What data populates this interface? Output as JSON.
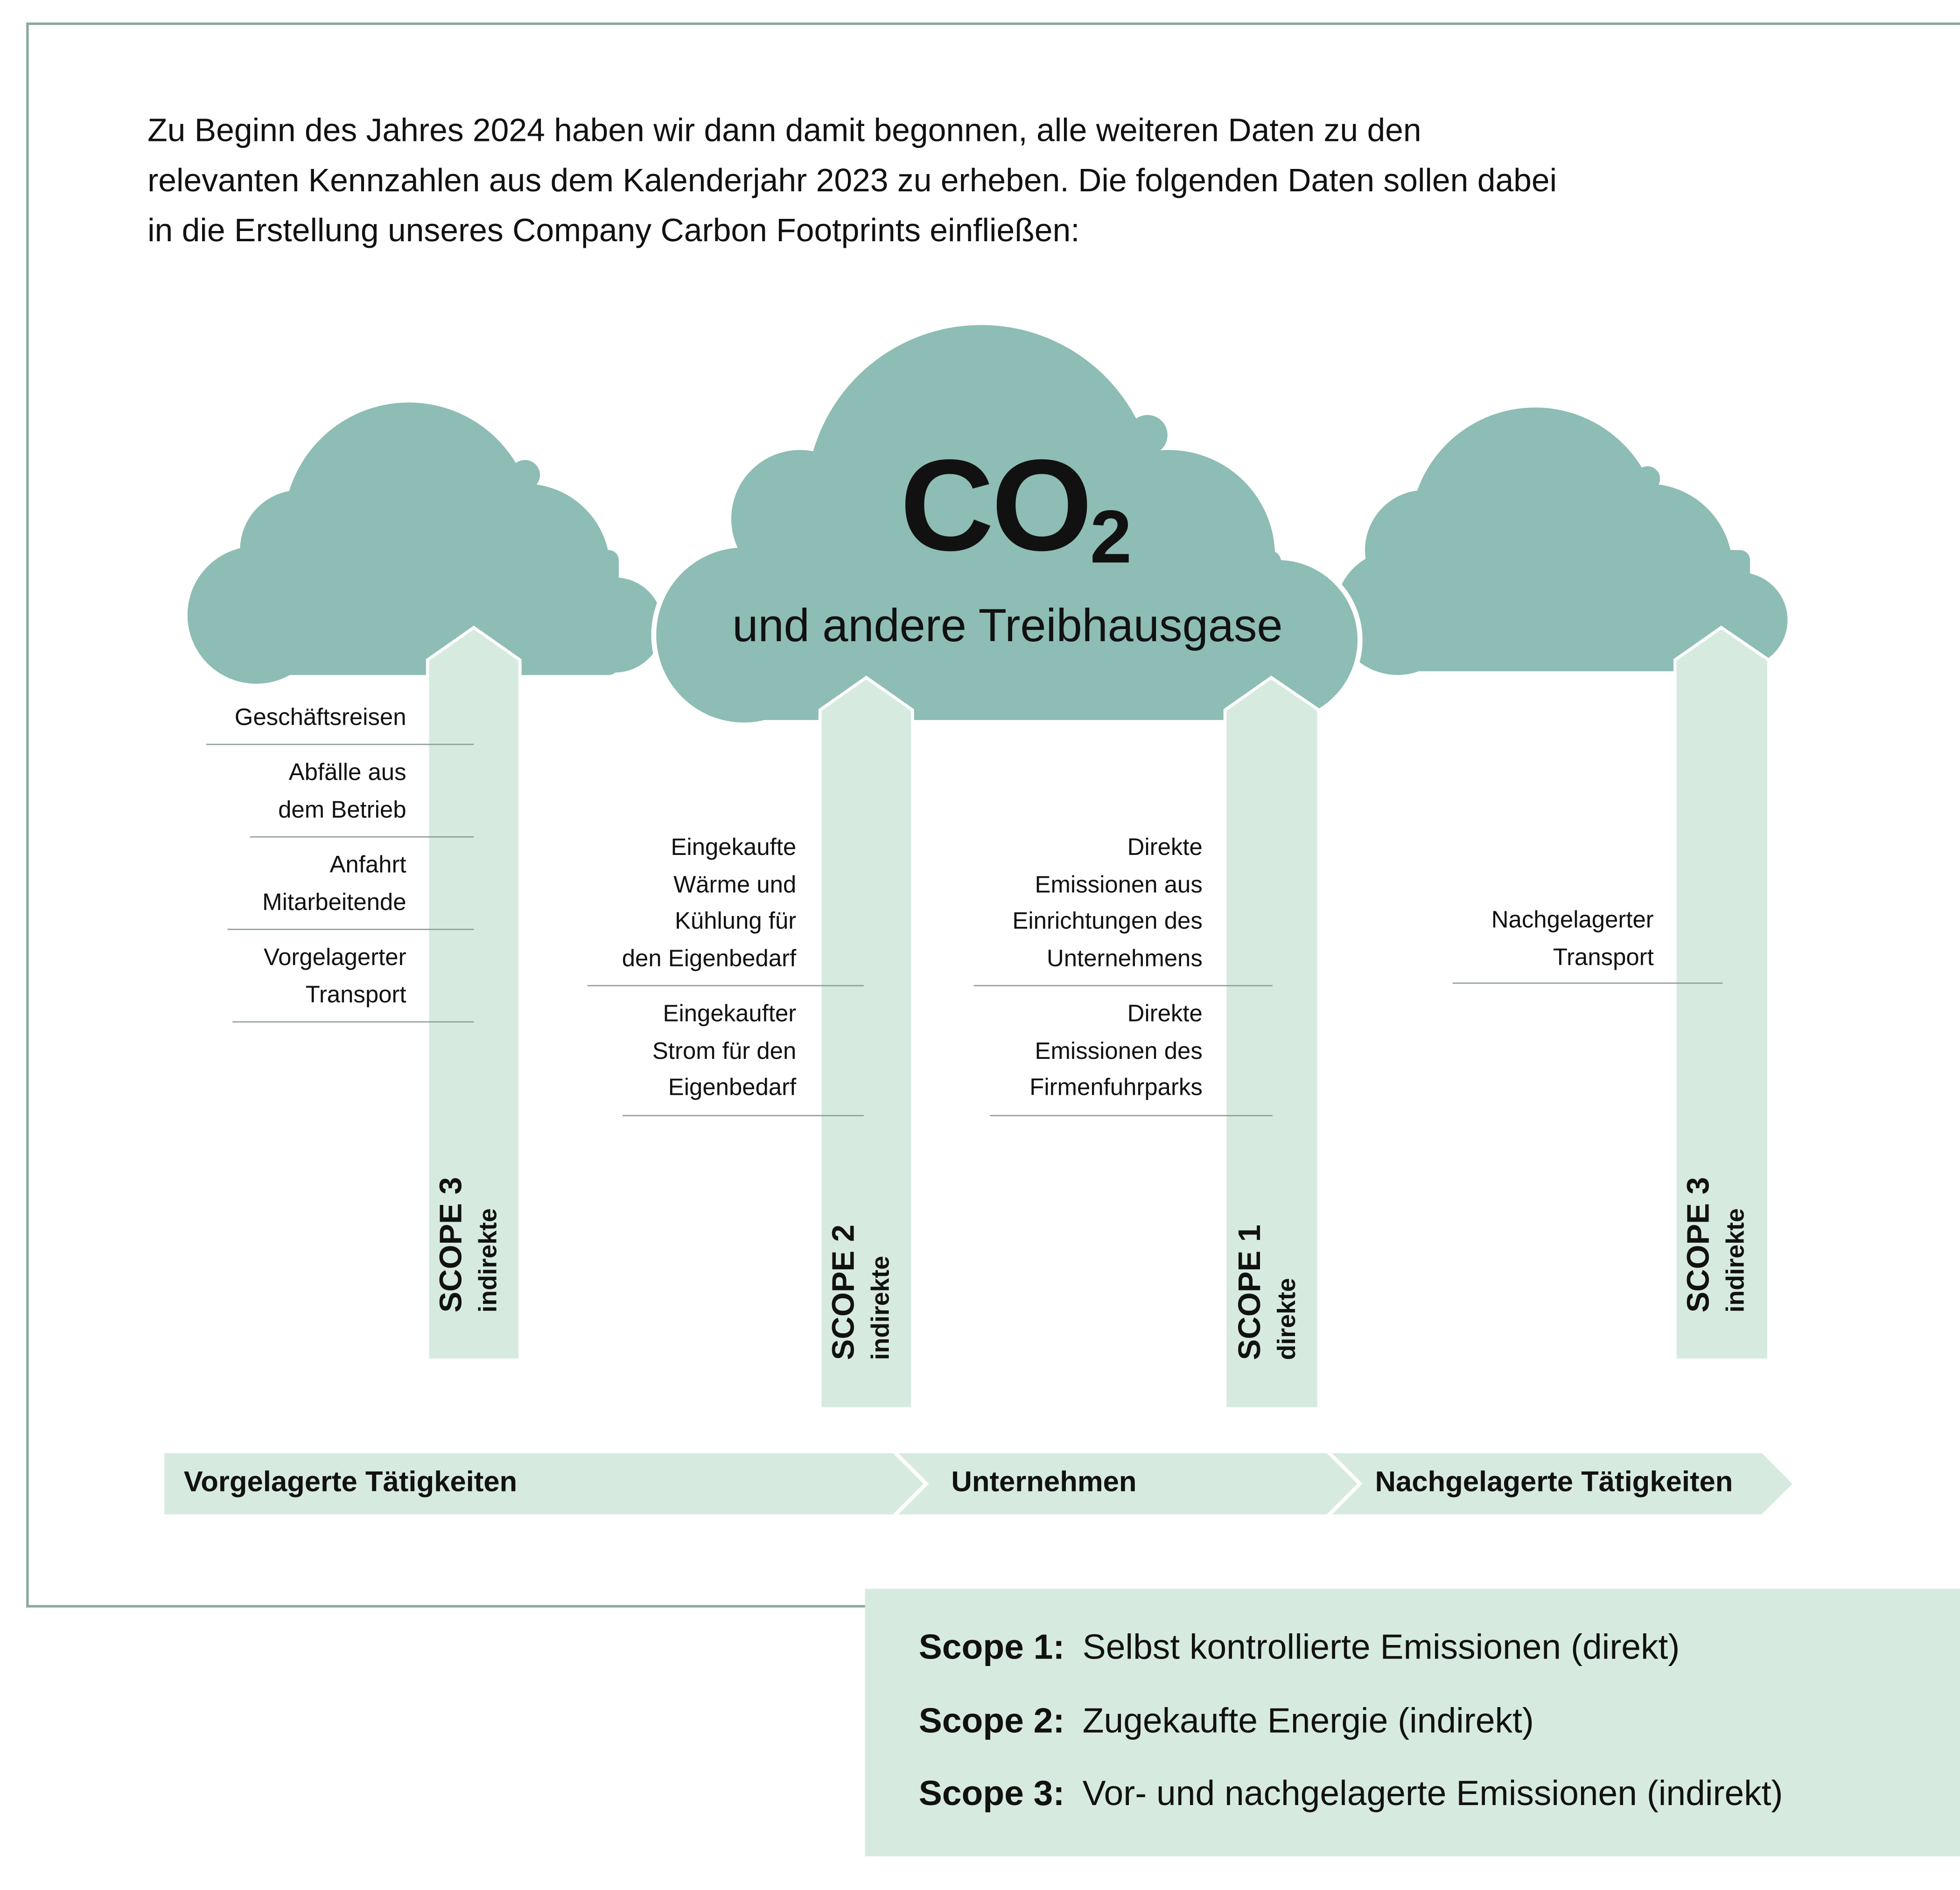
{
  "intro": {
    "lines": [
      "Zu Beginn des Jahres 2024 haben wir dann damit begonnen, alle weiteren Daten zu den",
      "relevanten Kennzahlen aus dem Kalenderjahr 2023 zu erheben. Die folgenden Daten sollen dabei",
      "in die Erstellung unseres Company Carbon Footprints einfließen:"
    ]
  },
  "colors": {
    "cloud": "#8dbdb4",
    "arrow": "#d6eae0",
    "frame": "#8aa8a0",
    "legend_bg": "#d6eae0"
  },
  "cloud": {
    "co2": "CO",
    "co2_sub": "2",
    "subtitle": "und andere Treibhausgase"
  },
  "columns": [
    {
      "scope": "SCOPE 3",
      "type": "indirekte",
      "items": [
        [
          "Geschäftsreisen"
        ],
        [
          "Abfälle aus",
          "dem Betrieb"
        ],
        [
          "Anfahrt",
          "Mitarbeitende"
        ],
        [
          "Vorgelagerter",
          "Transport"
        ]
      ]
    },
    {
      "scope": "SCOPE 2",
      "type": "indirekte",
      "items": [
        [
          "Eingekaufte",
          "Wärme und",
          "Kühlung für",
          "den Eigenbedarf"
        ],
        [
          "Eingekaufter",
          "Strom für den",
          "Eigenbedarf"
        ]
      ]
    },
    {
      "scope": "SCOPE 1",
      "type": "direkte",
      "items": [
        [
          "Direkte",
          "Emissionen aus",
          "Einrichtungen des",
          "Unternehmens"
        ],
        [
          "Direkte",
          "Emissionen des",
          "Firmenfuhrparks"
        ]
      ]
    },
    {
      "scope": "SCOPE 3",
      "type": "indirekte",
      "items": [
        [
          "Nachgelagerter",
          "Transport"
        ]
      ]
    }
  ],
  "band": [
    "Vorgelagerte Tätigkeiten",
    "Unternehmen",
    "Nachgelagerte Tätigkeiten"
  ],
  "legend": [
    {
      "key": "Scope 1:",
      "text": "Selbst kontrollierte Emissionen (direkt)"
    },
    {
      "key": "Scope 2:",
      "text": "Zugekaufte Energie (indirekt)"
    },
    {
      "key": "Scope 3:",
      "text": "Vor- und nachgelagerte Emissionen (indirekt)"
    }
  ]
}
